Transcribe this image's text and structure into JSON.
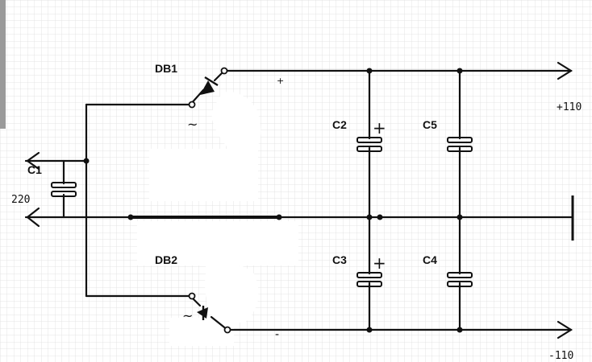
{
  "labels": {
    "db1": "DB1",
    "db2": "DB2",
    "c1": "C1",
    "c2": "C2",
    "c3": "C3",
    "c4": "C4",
    "c5": "C5",
    "input_voltage": "220",
    "out_pos": "+110",
    "out_neg": "-110",
    "plus_sign": "+",
    "minus_sign": "-",
    "ac_sign": "~"
  },
  "colors": {
    "wire": "#111111",
    "grid": "#dcdcdc",
    "background": "#ffffff"
  }
}
